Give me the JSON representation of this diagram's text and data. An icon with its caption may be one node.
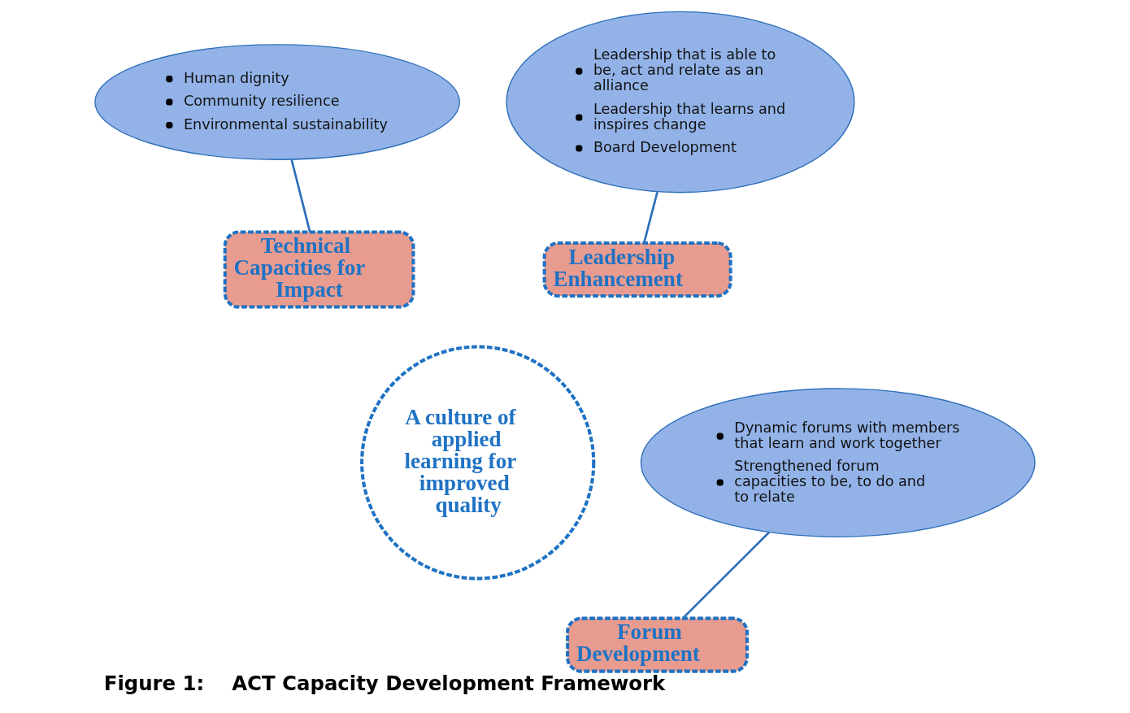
{
  "diagram": {
    "caption": "Figure 1:    ACT Capacity Development Framework",
    "nodes": [
      {
        "text": [
          "Human dignity",
          "Community resilience",
          "Environmental sustainability"
        ]
      },
      {
        "text": [
          "Leadership that is able to be, act and relate as an alliance",
          "Leadership that learns and inspires change",
          "Board Development"
        ]
      },
      {
        "text": [
          "Technical Capacities for Impact"
        ]
      },
      {
        "text": [
          "Leadership Enhancement"
        ]
      },
      {
        "text": [
          "A culture of applied learning for improved quality"
        ]
      },
      {
        "text": [
          "Forum Development"
        ]
      },
      {
        "text": [
          "Dynamic forums with members that learn and work together",
          "Strengthened forum capacities to be, to do and to relate"
        ]
      }
    ],
    "edges": [
      {
        "from": 0,
        "to": 2,
        "arrow": "none"
      },
      {
        "from": 1,
        "to": 3,
        "arrow": "none"
      },
      {
        "from": 6,
        "to": 5,
        "arrow": "none"
      }
    ]
  }
}
